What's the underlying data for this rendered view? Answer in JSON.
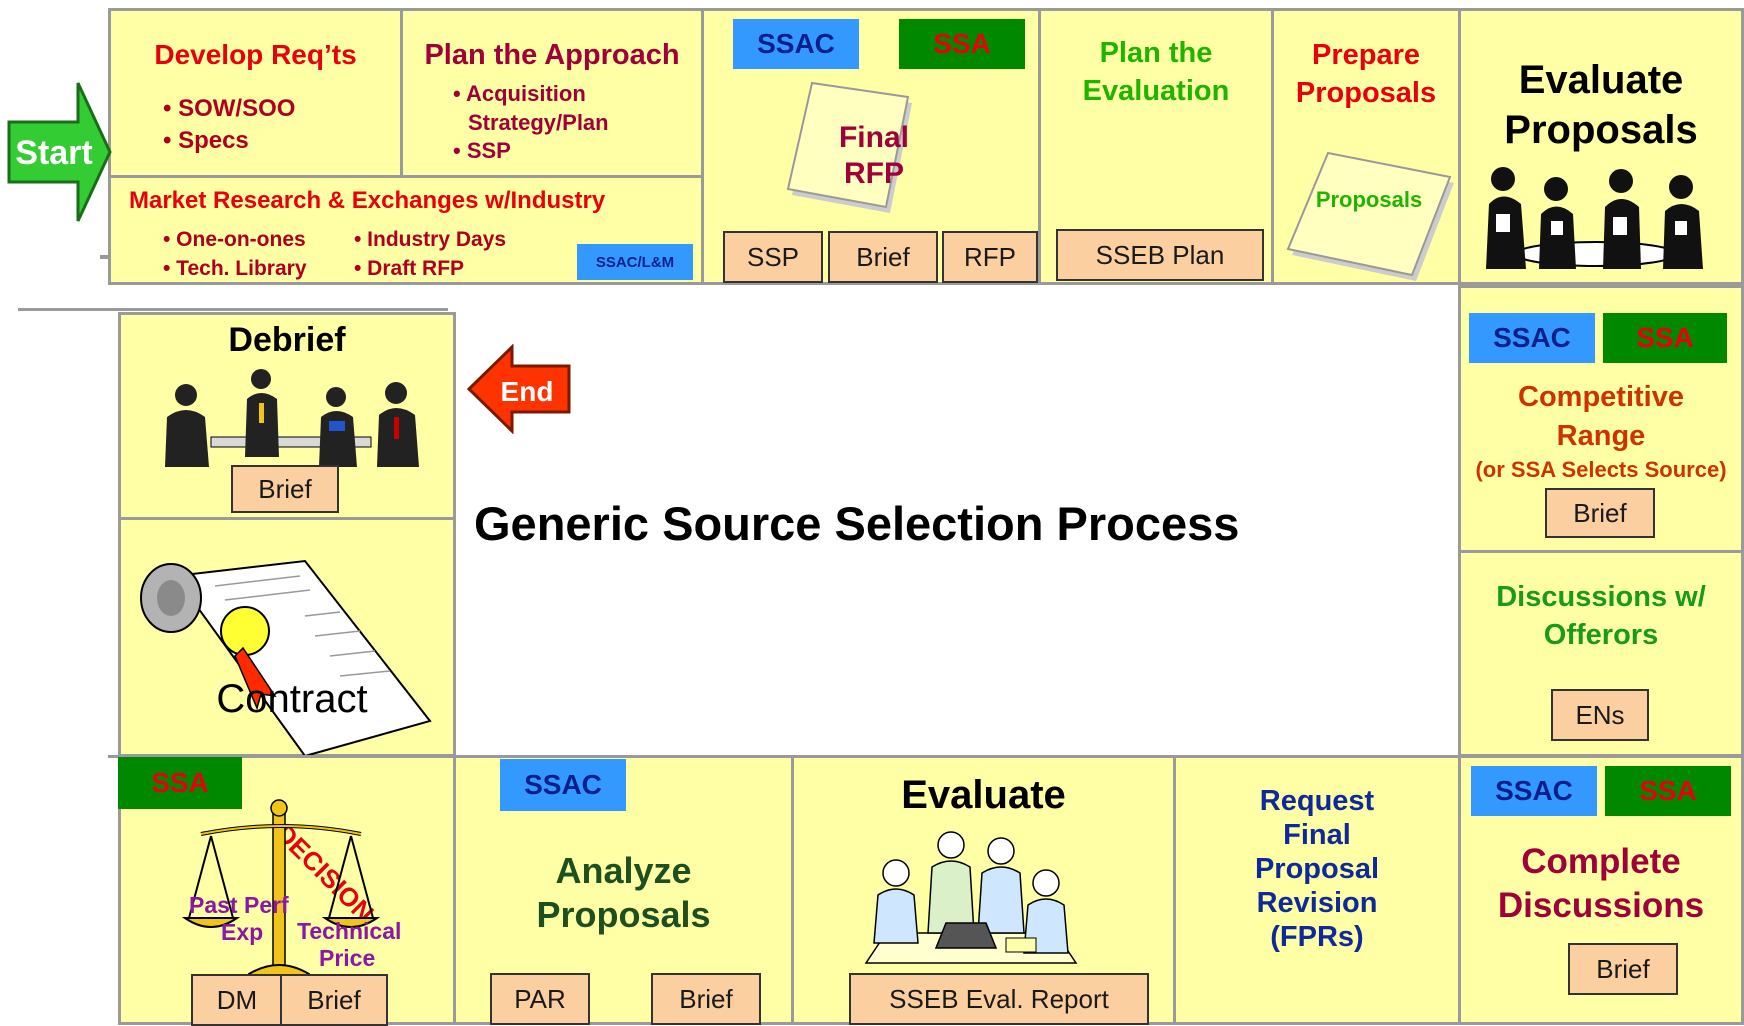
{
  "start_label": "Start",
  "end_label": "End",
  "center_title": "Generic  Source Selection Process",
  "develop": {
    "title": "Develop Req’ts",
    "items": [
      "• SOW/SOO",
      "• Specs"
    ]
  },
  "plan_approach": {
    "title": "Plan the Approach",
    "items": [
      "• Acquisition",
      "Strategy/Plan",
      "• SSP"
    ]
  },
  "market": {
    "title": "Market Research & Exchanges w/Industry",
    "items": [
      "• One-on-ones",
      "• Industry Days",
      "• Tech. Library",
      "• Draft RFP"
    ],
    "badge": "SSAC/L&M"
  },
  "final_rfp": {
    "ssac": "SSAC",
    "ssa": "SSA",
    "doc_label_1": "Final",
    "doc_label_2": "RFP",
    "boxes": [
      "SSP",
      "Brief",
      "RFP"
    ]
  },
  "plan_eval": {
    "title_1": "Plan the",
    "title_2": "Evaluation",
    "box": "SSEB Plan"
  },
  "prepare": {
    "title_1": "Prepare",
    "title_2": "Proposals",
    "doc_label": "Proposals"
  },
  "evaluate_proposals": {
    "title_1": "Evaluate",
    "title_2": "Proposals"
  },
  "competitive": {
    "ssac": "SSAC",
    "ssa": "SSA",
    "title_1": "Competitive",
    "title_2": "Range",
    "subtitle": "(or SSA Selects Source)",
    "box": "Brief"
  },
  "discussions": {
    "title_1": "Discussions  w/",
    "title_2": "Offerors",
    "box": "ENs"
  },
  "complete": {
    "ssac": "SSAC",
    "ssa": "SSA",
    "title_1": "Complete",
    "title_2": "Discussions",
    "box": "Brief"
  },
  "request_fpr": {
    "lines": [
      "Request",
      "Final",
      "Proposal",
      "Revision",
      "(FPRs)"
    ]
  },
  "evaluate": {
    "title": "Evaluate",
    "box": "SSEB Eval. Report"
  },
  "analyze": {
    "ssac": "SSAC",
    "title_1": "Analyze",
    "title_2": "Proposals",
    "boxes": [
      "PAR",
      "Brief"
    ]
  },
  "decision": {
    "ssa": "SSA",
    "label": "DECISION",
    "factors": [
      "Past Perf",
      "Exp",
      "Technical",
      "Price"
    ],
    "boxes": [
      "DM",
      "Brief"
    ]
  },
  "contract": {
    "label": "Contract"
  },
  "debrief": {
    "title": "Debrief",
    "box": "Brief"
  },
  "colors": {
    "cell_bg": "#ffffa6",
    "box_bg": "#fbcf9f",
    "ssac_bg": "#3399ff",
    "ssa_bg": "#008800",
    "arrow_start": "#33cc33",
    "arrow_end": "#ff3300"
  }
}
